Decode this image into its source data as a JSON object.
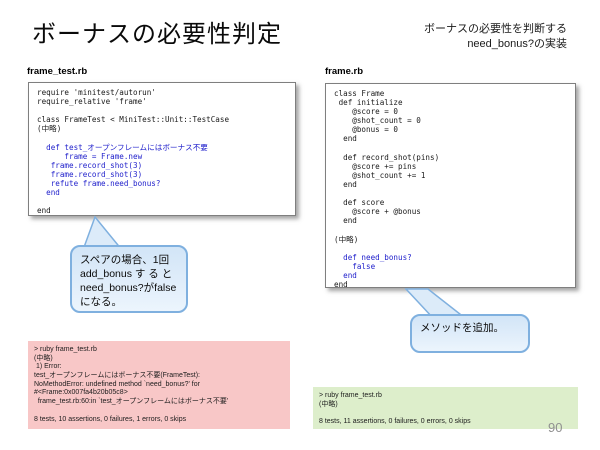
{
  "slide": {
    "title": "ボーナスの必要性判定",
    "subtitle": [
      "ボーナスの必要性を判断する",
      "need_bonus?の実装"
    ],
    "page_number": "90"
  },
  "left_code": {
    "filename": "frame_test.rb",
    "lines": [
      {
        "t": "require 'minitest/autorun'"
      },
      {
        "t": "require_relative 'frame'"
      },
      {
        "t": ""
      },
      {
        "t": "class FrameTest < MiniTest::Unit::TestCase"
      },
      {
        "t": "(中略)"
      },
      {
        "t": ""
      },
      {
        "t": "  def test_オープンフレームにはボーナス不要",
        "hl": true
      },
      {
        "t": "      frame = Frame.new",
        "hl": true
      },
      {
        "t": "   frame.record_shot(3)",
        "hl": true
      },
      {
        "t": "   frame.record_shot(3)",
        "hl": true
      },
      {
        "t": "   refute frame.need_bonus?",
        "hl": true
      },
      {
        "t": "  end",
        "hl": true
      },
      {
        "t": ""
      },
      {
        "t": "end"
      }
    ]
  },
  "right_code": {
    "filename": "frame.rb",
    "lines": [
      {
        "t": "class Frame"
      },
      {
        "t": " def initialize"
      },
      {
        "t": "    @score = 0"
      },
      {
        "t": "    @shot_count = 0"
      },
      {
        "t": "    @bonus = 0"
      },
      {
        "t": "  end"
      },
      {
        "t": ""
      },
      {
        "t": "  def record_shot(pins)"
      },
      {
        "t": "    @score += pins"
      },
      {
        "t": "    @shot_count += 1"
      },
      {
        "t": "  end"
      },
      {
        "t": ""
      },
      {
        "t": "  def score"
      },
      {
        "t": "    @score + @bonus"
      },
      {
        "t": "  end"
      },
      {
        "t": ""
      },
      {
        "t": "(中略)"
      },
      {
        "t": ""
      },
      {
        "t": "  def need_bonus?",
        "hl": true
      },
      {
        "t": "    false",
        "hl": true
      },
      {
        "t": "  end",
        "hl": true
      },
      {
        "t": "end"
      }
    ]
  },
  "left_bubble": {
    "lines": [
      "スペアの場合、1回",
      "add_bonus す る と",
      "need_bonus?がfalse",
      "になる。"
    ]
  },
  "right_bubble": {
    "text": "メソッドを追加。"
  },
  "failing_output": {
    "lines": [
      "> ruby frame_test.rb",
      "(中略)",
      " 1) Error:",
      "test_オープンフレームにはボーナス不要(FrameTest):",
      "NoMethodError: undefined method `need_bonus?' for",
      "#<Frame:0x007fa4b20b05c8>",
      "  frame_test.rb:60:in `test_オープンフレームにはボーナス不要'",
      "",
      "8 tests, 10 assertions, 0 failures, 1 errors, 0 skips"
    ]
  },
  "passing_output": {
    "lines": [
      "> ruby frame_test.rb",
      "(中略)",
      "",
      "8 tests, 11 assertions, 0 failures, 0 errors, 0 skips"
    ]
  },
  "colors": {
    "code_highlight": "#2222cc",
    "bubble_border": "#7fb0df",
    "bubble_fill": "#d8e9fa",
    "fail_bg": "#f8c7c7",
    "pass_bg": "#ddeecb",
    "page_number": "#909090"
  }
}
